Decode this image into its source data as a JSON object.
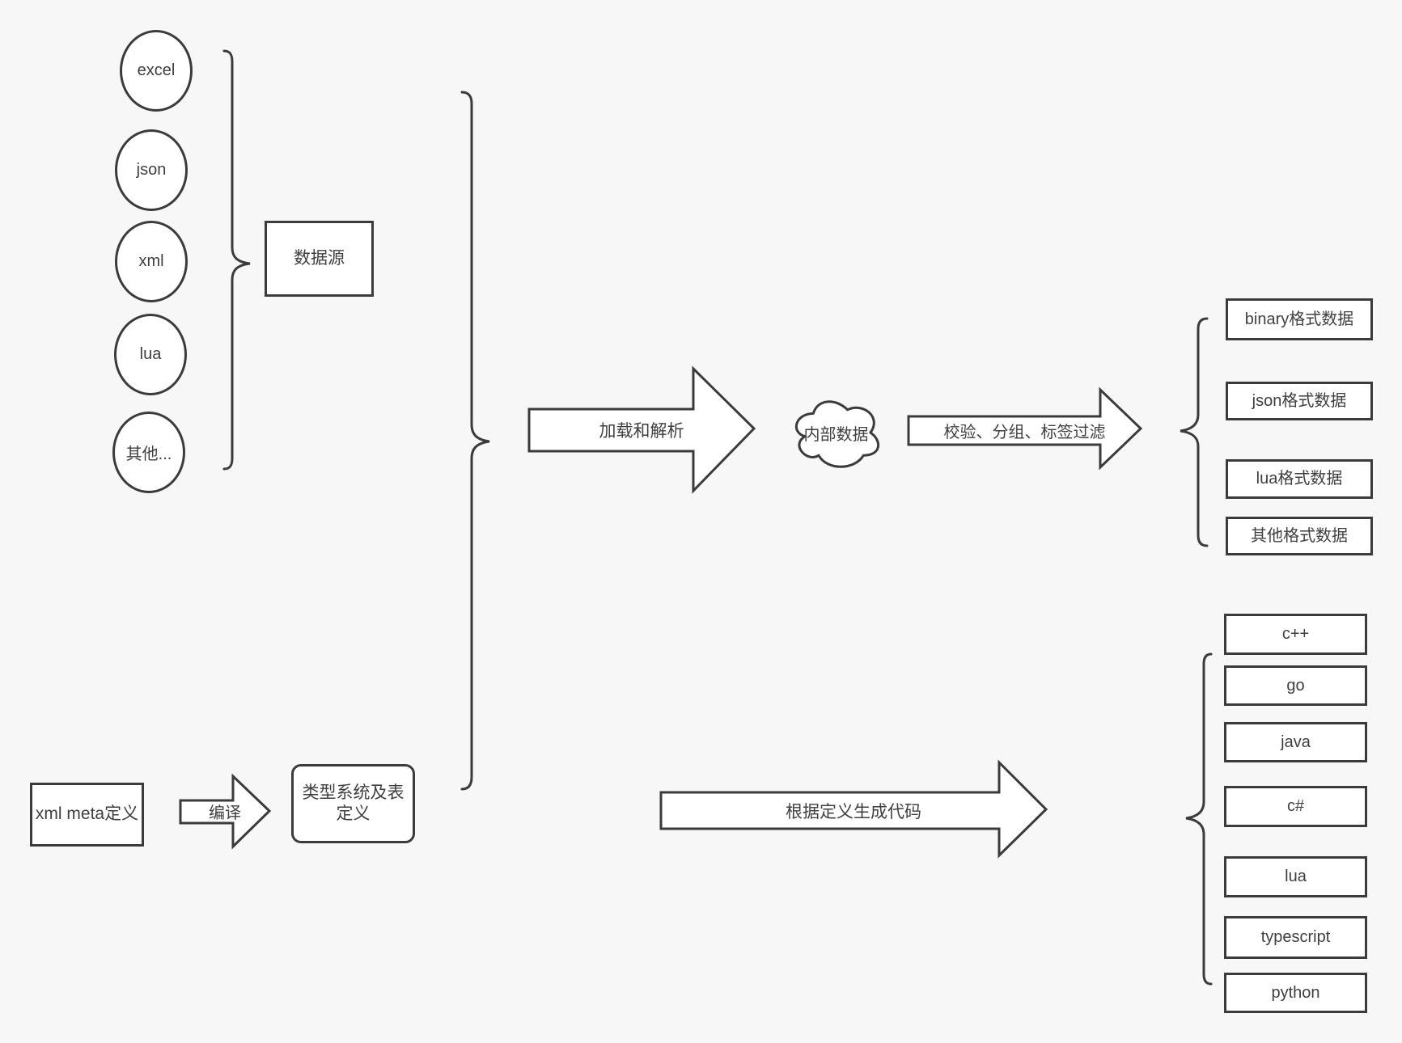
{
  "colors": {
    "background": "#f7f7f7",
    "stroke": "#3b3b3b",
    "shape_fill": "#ffffff",
    "text": "#3f3f3f"
  },
  "sources": {
    "group_label": "数据源",
    "items": [
      {
        "label": "excel"
      },
      {
        "label": "json"
      },
      {
        "label": "xml"
      },
      {
        "label": "lua"
      },
      {
        "label": "其他..."
      }
    ]
  },
  "flow": {
    "load_parse_label": "加载和解析",
    "internal_data_label": "内部数据",
    "filter_label": "校验、分组、标签过滤",
    "compile_label": "编译",
    "generate_label": "根据定义生成代码"
  },
  "definitions": {
    "xml_meta_label": "xml meta定义",
    "type_system_label": "类型系统及表定义"
  },
  "formats": [
    {
      "label": "binary格式数据"
    },
    {
      "label": "json格式数据"
    },
    {
      "label": "lua格式数据"
    },
    {
      "label": "其他格式数据"
    }
  ],
  "languages": [
    {
      "label": "c++"
    },
    {
      "label": "go"
    },
    {
      "label": "java"
    },
    {
      "label": "c#"
    },
    {
      "label": "lua"
    },
    {
      "label": "typescript"
    },
    {
      "label": "python"
    }
  ]
}
